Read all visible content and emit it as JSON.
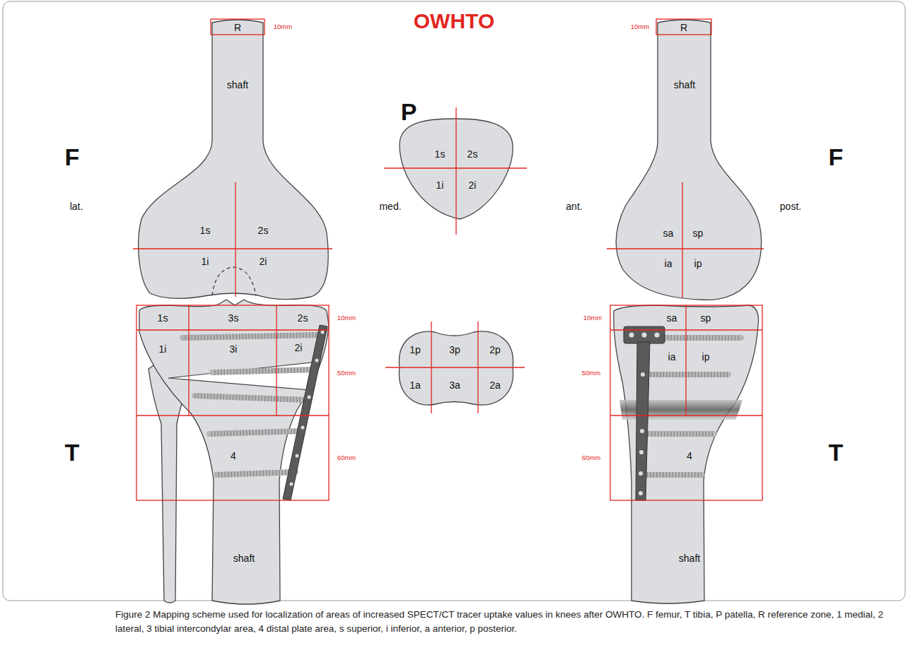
{
  "diagram": {
    "title": "OWHTO",
    "caption": "Figure 2 Mapping scheme used for localization of areas of increased SPECT/CT tracer uptake values in knees after OWHTO. F femur, T tibia, P patella, R reference zone, 1 medial, 2 lateral, 3 tibial intercondylar area, 4 distal plate area, s superior, i inferior, a anterior, p posterior.",
    "labels": [
      "R",
      "10mm",
      "shaft",
      "F",
      "lat.",
      "med.",
      "1s",
      "2s",
      "1i",
      "2i",
      "1s",
      "3s",
      "2s",
      "10mm",
      "1i",
      "3i",
      "2i",
      "50mm",
      "T",
      "4",
      "60mm",
      "shaft",
      "P",
      "1s",
      "2s",
      "1i",
      "2i",
      "1p",
      "3p",
      "2p",
      "1a",
      "3a",
      "2a",
      "10mm",
      "R",
      "shaft",
      "F",
      "ant.",
      "post.",
      "sa",
      "sp",
      "ia",
      "ip",
      "10mm",
      "sa",
      "sp",
      "50mm",
      "ia",
      "ip",
      "60mm",
      "4",
      "T",
      "shaft"
    ]
  }
}
